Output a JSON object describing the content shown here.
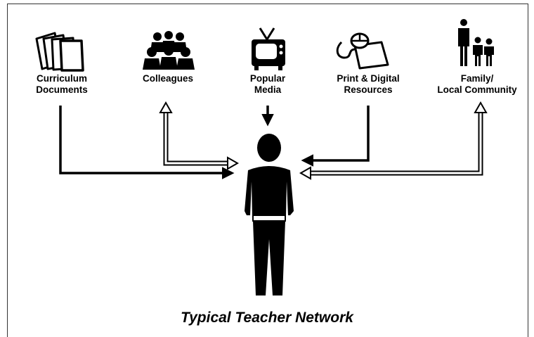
{
  "sources": [
    {
      "id": "curriculum",
      "line1": "Curriculum",
      "line2": "Documents",
      "icon": "documents-icon",
      "flow": "one-way"
    },
    {
      "id": "colleagues",
      "line1": "Colleagues",
      "line2": "",
      "icon": "people-group-icon",
      "flow": "two-way"
    },
    {
      "id": "media",
      "line1": "Popular",
      "line2": "Media",
      "icon": "tv-icon",
      "flow": "one-way"
    },
    {
      "id": "resources",
      "line1": "Print & Digital",
      "line2": "Resources",
      "icon": "print-digital-icon",
      "flow": "one-way"
    },
    {
      "id": "family",
      "line1": "Family/",
      "line2": "Local Community",
      "icon": "family-icon",
      "flow": "two-way"
    }
  ],
  "caption": "Typical Teacher Network",
  "colors": {
    "ink": "#000000",
    "background": "#ffffff",
    "frame": "#333333"
  }
}
